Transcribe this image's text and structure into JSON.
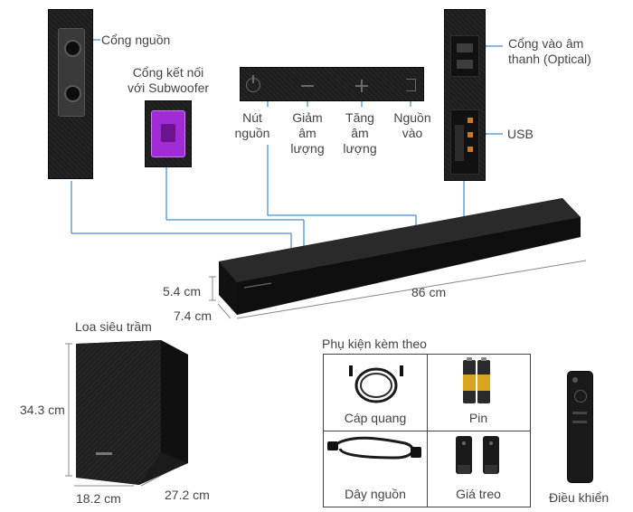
{
  "labels": {
    "power_port": "Cổng nguồn",
    "sub_port_line1": "Cổng kết nối",
    "sub_port_line2": "với Subwoofer",
    "optical_line1": "Cổng vào âm",
    "optical_line2": "thanh (Optical)",
    "usb": "USB",
    "btn_power_line1": "Nút",
    "btn_power_line2": "nguồn",
    "vol_down_line1": "Giảm",
    "vol_down_line2": "âm",
    "vol_down_line3": "lượng",
    "vol_up_line1": "Tăng",
    "vol_up_line2": "âm",
    "vol_up_line3": "lượng",
    "source_line1": "Nguồn",
    "source_line2": "vào"
  },
  "soundbar": {
    "height": "5.4 cm",
    "depth": "7.4 cm",
    "width": "86 cm"
  },
  "subwoofer": {
    "title": "Loa siêu trầm",
    "height": "34.3 cm",
    "width": "18.2 cm",
    "depth": "27.2 cm"
  },
  "accessories": {
    "title": "Phụ kiện kèm theo",
    "items": [
      "Cáp quang",
      "Pin",
      "Dây nguồn",
      "Giá treo"
    ]
  },
  "remote": {
    "label": "Điều khiển"
  },
  "colors": {
    "leader_line": "#1a73c9",
    "accent_purple": "#a12bd6"
  }
}
